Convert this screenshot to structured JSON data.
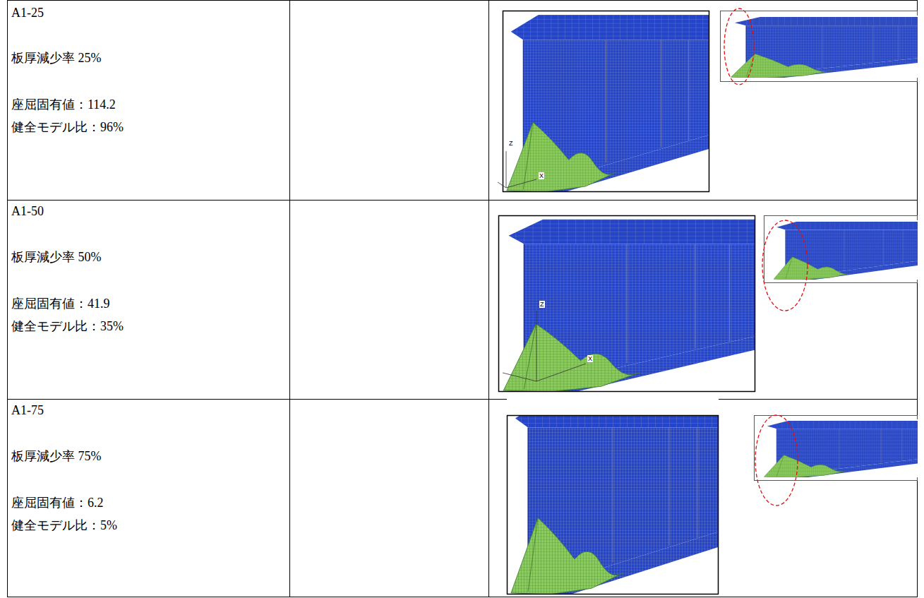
{
  "diagram": {
    "labels": [
      "A1-25",
      "板厚減少率 25%",
      "座屈固有値：114.2",
      "健全モデル比：96%",
      "Z",
      "X",
      "A1-50",
      "板厚減少率 50%",
      "座屈固有値：41.9",
      "健全モデル比：35%",
      "Z",
      "X",
      "A1-75",
      "板厚減少率 75%",
      "座屈固有値：6.2",
      "健全モデル比：5%"
    ]
  }
}
